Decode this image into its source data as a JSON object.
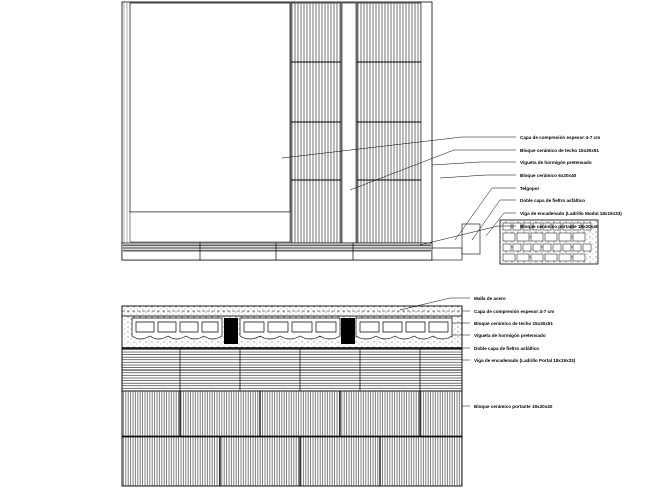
{
  "upper_section": {
    "labels": [
      "Capa de compresión espesor:4-7 cm",
      "Bloque cerámico de techo 15x30x51",
      "Vigueta de hormigón pretensado",
      "Bloque cerámico 6x20x40",
      "Telgopor",
      "Doble capa de fieltro asfáltico",
      "Viga de encadenado (Ladrillo Modul 18x19x33)",
      "Bloque cerámico portante 19x20x40"
    ]
  },
  "lower_section": {
    "labels": [
      "Malla de acero",
      "Capa de compresión espesor:4-7 cm",
      "Bloque cerámico de techo 15x30x51",
      "Vigueta de hormigón pretensado",
      "Doble capa de fieltro asfáltico",
      "Viga de encadenado (Ladrillo Portal 18x19x33)",
      "Bloque cerámico portante 19x20x40"
    ]
  },
  "colors": {
    "line": "#000000",
    "background": "#ffffff"
  }
}
